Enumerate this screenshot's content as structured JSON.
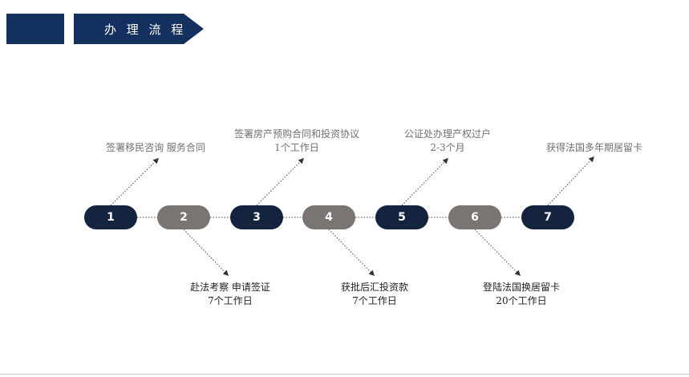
{
  "header": {
    "title": "办 理 流 程"
  },
  "colors": {
    "navy": "#14305f",
    "dark_node": "#14243f",
    "grey_node": "#7a7573"
  },
  "steps": [
    {
      "num": "1",
      "style": "dark",
      "position": "top",
      "lines": [
        "签署移民咨询  服务合同"
      ]
    },
    {
      "num": "2",
      "style": "grey",
      "position": "bottom",
      "lines": [
        "赴法考察  申请签证",
        "7个工作日"
      ]
    },
    {
      "num": "3",
      "style": "dark",
      "position": "top",
      "lines": [
        "签署房产预购合同和投资协议",
        "1个工作日"
      ]
    },
    {
      "num": "4",
      "style": "grey",
      "position": "bottom",
      "lines": [
        "获批后汇投资款",
        "7个工作日"
      ]
    },
    {
      "num": "5",
      "style": "dark",
      "position": "top",
      "lines": [
        "公证处办理产权过户",
        "2-3个月"
      ]
    },
    {
      "num": "6",
      "style": "grey",
      "position": "bottom",
      "lines": [
        "登陆法国换居留卡",
        "20个工作日"
      ]
    },
    {
      "num": "7",
      "style": "dark",
      "position": "top",
      "lines": [
        "获得法国多年期居留卡"
      ]
    }
  ]
}
